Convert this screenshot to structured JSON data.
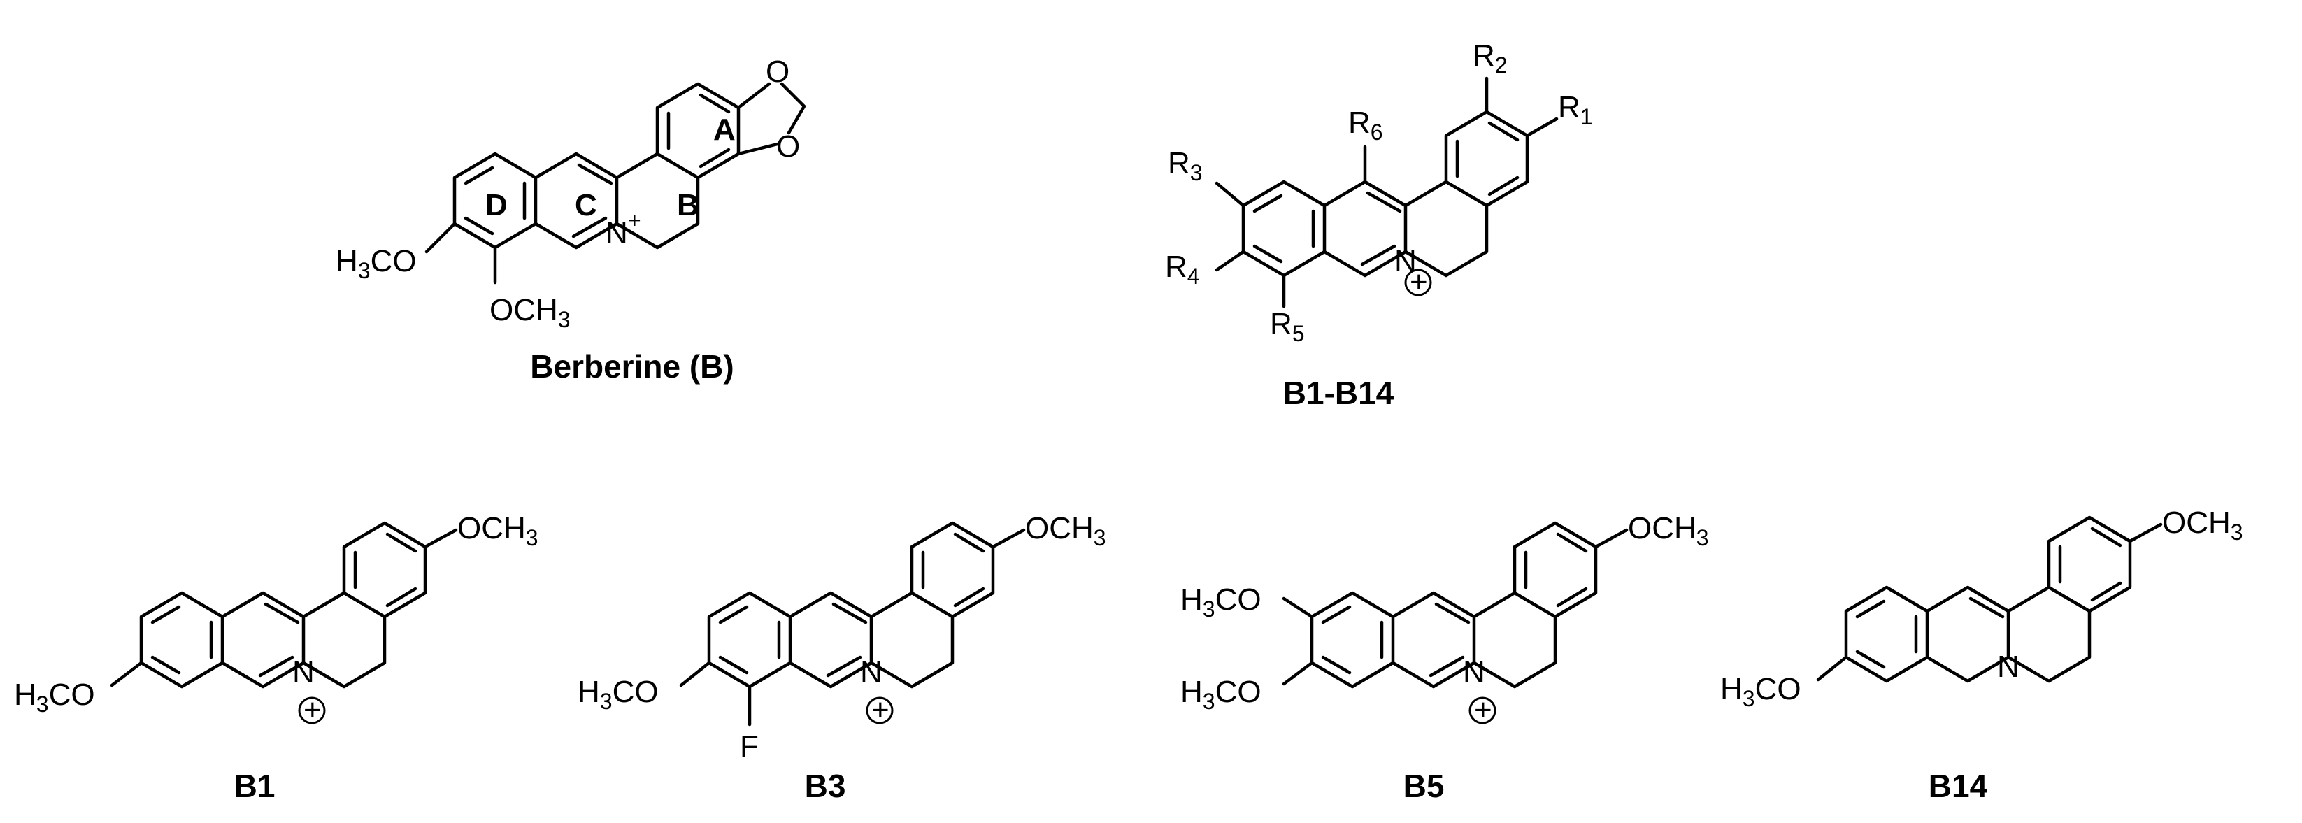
{
  "figure": {
    "berberine": {
      "caption": "Berberine (B)",
      "ring_labels": [
        "A",
        "B",
        "C",
        "D"
      ],
      "o1": "O",
      "o2": "O",
      "n": "N",
      "n_charge": "+",
      "ome_left_pre": "H",
      "ome_left_sub": "3",
      "ome_left_post": "CO",
      "ome_bottom_pre": "OCH",
      "ome_bottom_sub": "3"
    },
    "generic": {
      "caption": "B1-B14",
      "r1": "R",
      "r1s": "1",
      "r2": "R",
      "r2s": "2",
      "r3": "R",
      "r3s": "3",
      "r4": "R",
      "r4s": "4",
      "r5": "R",
      "r5s": "5",
      "r6": "R",
      "r6s": "6",
      "n": "N",
      "charge": "+"
    },
    "b1": {
      "caption": "B1",
      "n": "N",
      "charge": "+",
      "ome_pre": "H",
      "ome_sub": "3",
      "ome_post": "CO",
      "ome2_pre": "OCH",
      "ome2_sub": "3"
    },
    "b3": {
      "caption": "B3",
      "n": "N",
      "charge": "+",
      "ome_pre": "H",
      "ome_sub": "3",
      "ome_post": "CO",
      "f": "F",
      "ome2_pre": "OCH",
      "ome2_sub": "3"
    },
    "b5": {
      "caption": "B5",
      "n": "N",
      "charge": "+",
      "ome_pre": "H",
      "ome_sub": "3",
      "ome_post": "CO",
      "ome3_pre": "H",
      "ome3_sub": "3",
      "ome3_post": "CO",
      "ome2_pre": "OCH",
      "ome2_sub": "3"
    },
    "b14": {
      "caption": "B14",
      "n": "N",
      "ome_pre": "H",
      "ome_sub": "3",
      "ome_post": "CO",
      "ome2_pre": "OCH",
      "ome2_sub": "3"
    }
  }
}
